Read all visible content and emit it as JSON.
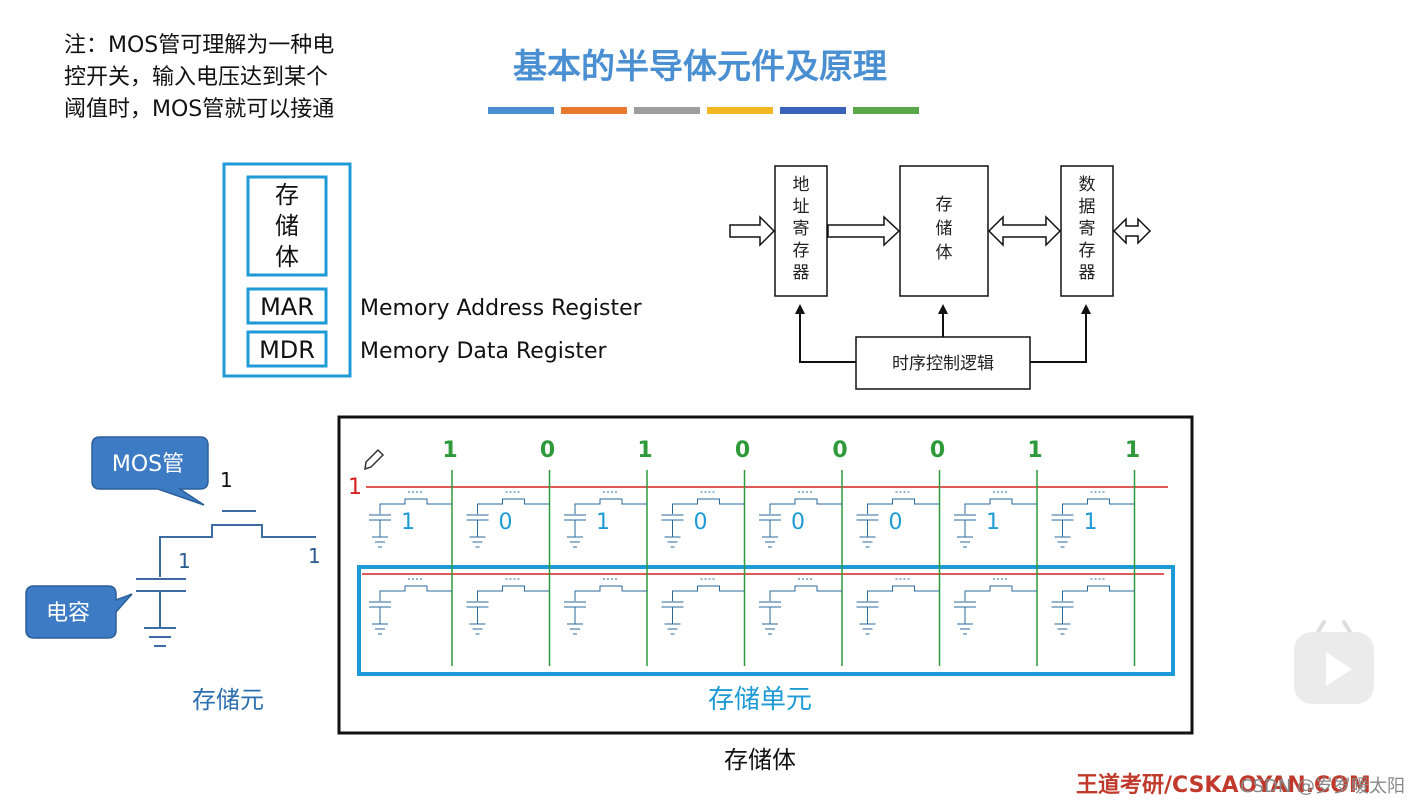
{
  "note": {
    "lines": [
      "注：MOS管可理解为一种电",
      "控开关，输入电压达到某个",
      "阈值时，MOS管就可以接通"
    ]
  },
  "title": "基本的半导体元件及原理",
  "title_bar_colors": [
    "#4a8fd1",
    "#e87a2f",
    "#9e9e9e",
    "#f2b824",
    "#3a62b8",
    "#5aa84a"
  ],
  "memory_block": {
    "storage_label": [
      "存",
      "储",
      "体"
    ],
    "mar": "MAR",
    "mdr": "MDR",
    "mar_full": "Memory Address Register",
    "mdr_full": "Memory Data Register",
    "border_color": "#1e9bd7"
  },
  "block_diagram": {
    "address_reg": [
      "地",
      "址",
      "寄",
      "存",
      "器"
    ],
    "storage": [
      "存",
      "储",
      "体"
    ],
    "data_reg": [
      "数",
      "据",
      "寄",
      "存",
      "器"
    ],
    "control": "时序控制逻辑"
  },
  "cell": {
    "mos_callout": "MOS管",
    "cap_callout": "电容",
    "gate_value": "1",
    "cap_value": "1",
    "drain_value": "1",
    "label": "存储元",
    "callout_color": "#3d7cc4"
  },
  "array": {
    "column_bits": [
      "1",
      "0",
      "1",
      "0",
      "0",
      "0",
      "1",
      "1"
    ],
    "row_select": "1",
    "cell_bits": [
      "1",
      "0",
      "1",
      "0",
      "0",
      "0",
      "1",
      "1"
    ],
    "unit_label": "存储单元",
    "body_label": "存储体",
    "bitline_color": "#2e9a3a",
    "wordline_color": "#d62020",
    "highlight_color": "#1e9bd7"
  },
  "watermark": {
    "brand": "王道考研/CSKAOYAN.COM",
    "csdn": "CSDN @岁岁暖太阳"
  }
}
